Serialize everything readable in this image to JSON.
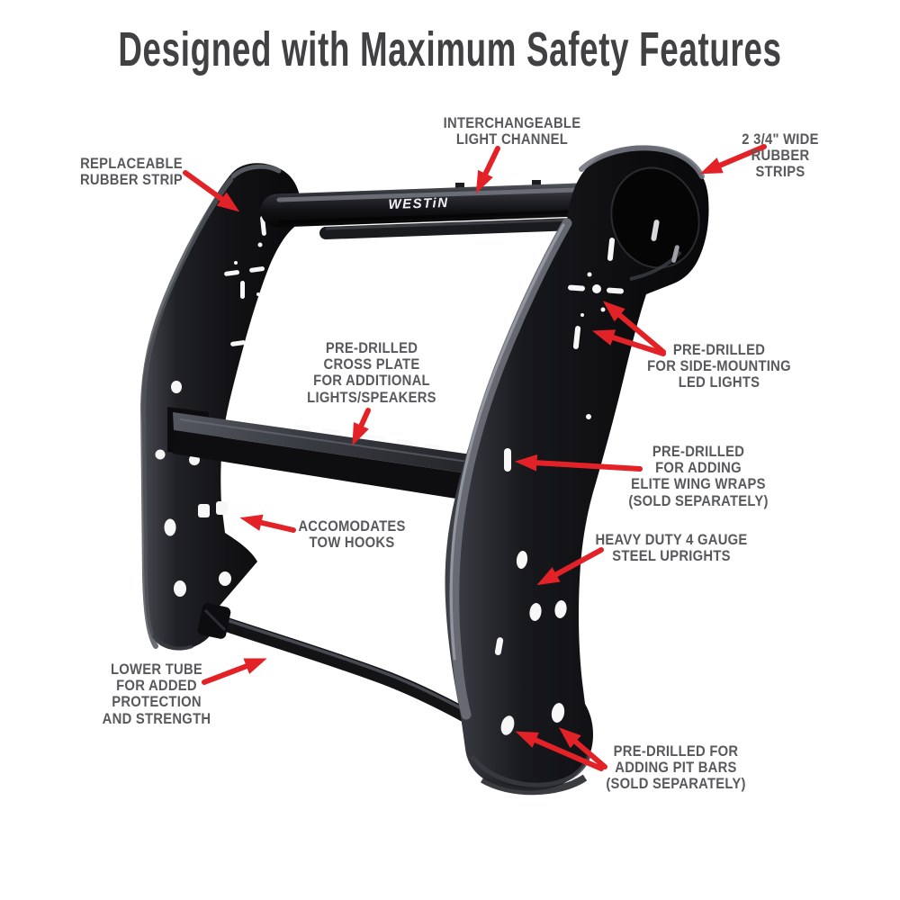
{
  "title": "Designed with Maximum Safety Features",
  "brand": {
    "logo_text": "WESTiN"
  },
  "figure": {
    "description": "Black steel push bumper / grille guard shown in three-quarter view with annotated safety features"
  },
  "colors": {
    "background": "#ffffff",
    "title_text": "#414042",
    "label_text": "#58595b",
    "arrow_red": "#e32227",
    "product_black": "#121215",
    "logo_white": "#f2f2f4"
  },
  "annotations": {
    "light_channel": {
      "text": "INTERCHANGEABLE\nLIGHT CHANNEL"
    },
    "rubber_strips_right": {
      "text": "2 3/4\" WIDE\nRUBBER\nSTRIPS"
    },
    "rubber_strip_left": {
      "text": "REPLACEABLE\nRUBBER STRIP"
    },
    "cross_plate": {
      "text": "PRE-DRILLED\nCROSS PLATE\nFOR ADDITIONAL\nLIGHTS/SPEAKERS"
    },
    "led_lights": {
      "text": "PRE-DRILLED\nFOR SIDE-MOUNTING\nLED LIGHTS"
    },
    "wing_wraps": {
      "text": "PRE-DRILLED\nFOR ADDING\nELITE WING WRAPS\n(SOLD SEPARATELY)"
    },
    "uprights": {
      "text": "HEAVY DUTY 4 GAUGE\nSTEEL UPRIGHTS"
    },
    "tow_hooks": {
      "text": "ACCOMODATES\nTOW HOOKS"
    },
    "lower_tube": {
      "text": "LOWER TUBE\nFOR ADDED\nPROTECTION\nAND STRENGTH"
    },
    "pit_bars": {
      "text": "PRE-DRILLED FOR\nADDING PIT BARS\n(SOLD SEPARATELY)"
    }
  }
}
